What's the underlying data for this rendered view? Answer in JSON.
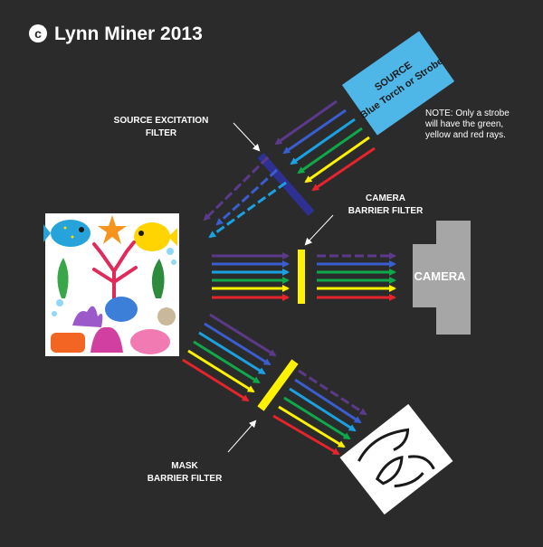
{
  "copyright": {
    "symbol": "c",
    "text": "Lynn Miner 2013"
  },
  "source": {
    "title": "SOURCE",
    "subtitle": "Blue Torch or Strobe"
  },
  "note": {
    "lines": [
      "NOTE: Only a strobe",
      "will have the green,",
      "yellow and red rays."
    ]
  },
  "labels": {
    "source_filter": [
      "SOURCE EXCITATION",
      "FILTER"
    ],
    "camera_filter": [
      "CAMERA",
      "BARRIER FILTER"
    ],
    "mask_filter": [
      "MASK",
      "BARRIER FILTER"
    ],
    "camera": "CAMERA"
  },
  "colors": {
    "background": "#2b2b2b",
    "source_box": "#4fb6e8",
    "excitation_filter": "#2e3192",
    "barrier_filter": "#fff200",
    "camera_body": "#a6a6a6",
    "rays": [
      "#5b3a8c",
      "#3a5dcf",
      "#1ba1e2",
      "#0fa84a",
      "#fff200",
      "#e5242b"
    ]
  },
  "icons": [
    "copyright-icon",
    "reef-scene-icon",
    "mask-face-icon",
    "pointer-arrow-icon"
  ]
}
